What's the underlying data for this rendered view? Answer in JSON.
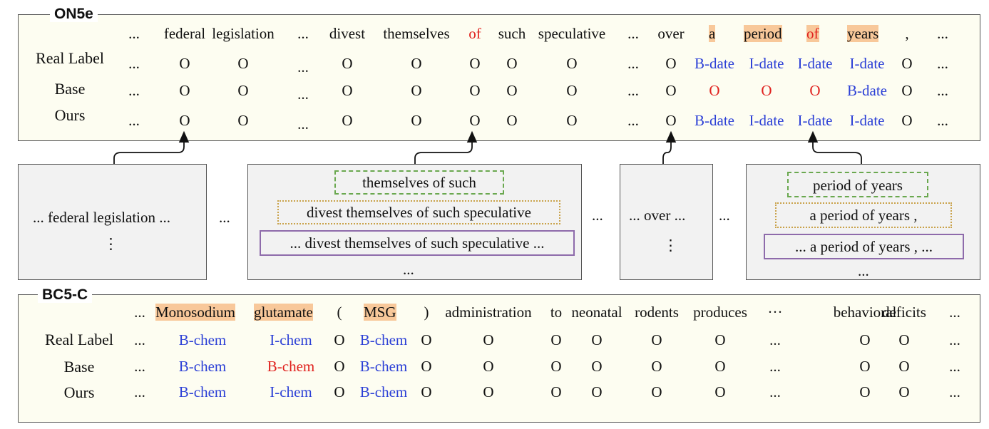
{
  "on5e": {
    "title": "ON5e",
    "row_labels": [
      "Real Label",
      "Base",
      "Ours"
    ],
    "tokens": [
      "...",
      "federal",
      "legislation",
      "...",
      "divest",
      "themselves",
      "of",
      "such",
      "speculative",
      "...",
      "over",
      "a",
      "period",
      "of",
      "years",
      ",",
      "..."
    ],
    "real": [
      "...",
      "O",
      "O",
      "...",
      "O",
      "O",
      "O",
      "O",
      "O",
      "...",
      "O",
      "B-date",
      "I-date",
      "I-date",
      "I-date",
      "O",
      "..."
    ],
    "base": [
      "...",
      "O",
      "O",
      "...",
      "O",
      "O",
      "O",
      "O",
      "O",
      "...",
      "O",
      "O",
      "O",
      "O",
      "B-date",
      "O",
      "..."
    ],
    "ours": [
      "...",
      "O",
      "O",
      "...",
      "O",
      "O",
      "O",
      "O",
      "O",
      "...",
      "O",
      "B-date",
      "I-date",
      "I-date",
      "I-date",
      "O",
      "..."
    ]
  },
  "middle": {
    "box1": {
      "text": "... federal legislation ...",
      "vdots": "⋮"
    },
    "sep1": "...",
    "box2": {
      "green": "themselves of such",
      "gold": "divest themselves of such speculative",
      "purple": "... divest themselves of such speculative ...",
      "bottom": "..."
    },
    "sep2": "...",
    "box3": {
      "text": "... over ...",
      "vdots": "⋮"
    },
    "sep3": "...",
    "box4": {
      "green": "period of years",
      "gold": "a period of years ,",
      "purple": "...   a period of years ,   ...",
      "bottom": "..."
    }
  },
  "bc5c": {
    "title": "BC5-C",
    "row_labels": [
      "Real Label",
      "Base",
      "Ours"
    ],
    "tokens": [
      "...",
      "Monosodium",
      "glutamate",
      "(",
      "MSG",
      ")",
      "administration",
      "to",
      "neonatal",
      "rodents",
      "produces",
      "···",
      "behavioral",
      "deficits",
      "..."
    ],
    "real": [
      "...",
      "B-chem",
      "I-chem",
      "O",
      "B-chem",
      "O",
      "O",
      "O",
      "O",
      "O",
      "O",
      "...",
      "O",
      "O",
      "..."
    ],
    "base": [
      "...",
      "B-chem",
      "B-chem",
      "O",
      "B-chem",
      "O",
      "O",
      "O",
      "O",
      "O",
      "O",
      "...",
      "O",
      "O",
      "..."
    ],
    "ours": [
      "...",
      "B-chem",
      "I-chem",
      "O",
      "B-chem",
      "O",
      "O",
      "O",
      "O",
      "O",
      "O",
      "...",
      "O",
      "O",
      "..."
    ]
  },
  "colors": {
    "highlight": "#f8c89a",
    "error": "#e0211e",
    "entity": "#2b3fd6",
    "green": "#6aa84f",
    "gold": "#c9a24a",
    "purple": "#8e6bab"
  }
}
